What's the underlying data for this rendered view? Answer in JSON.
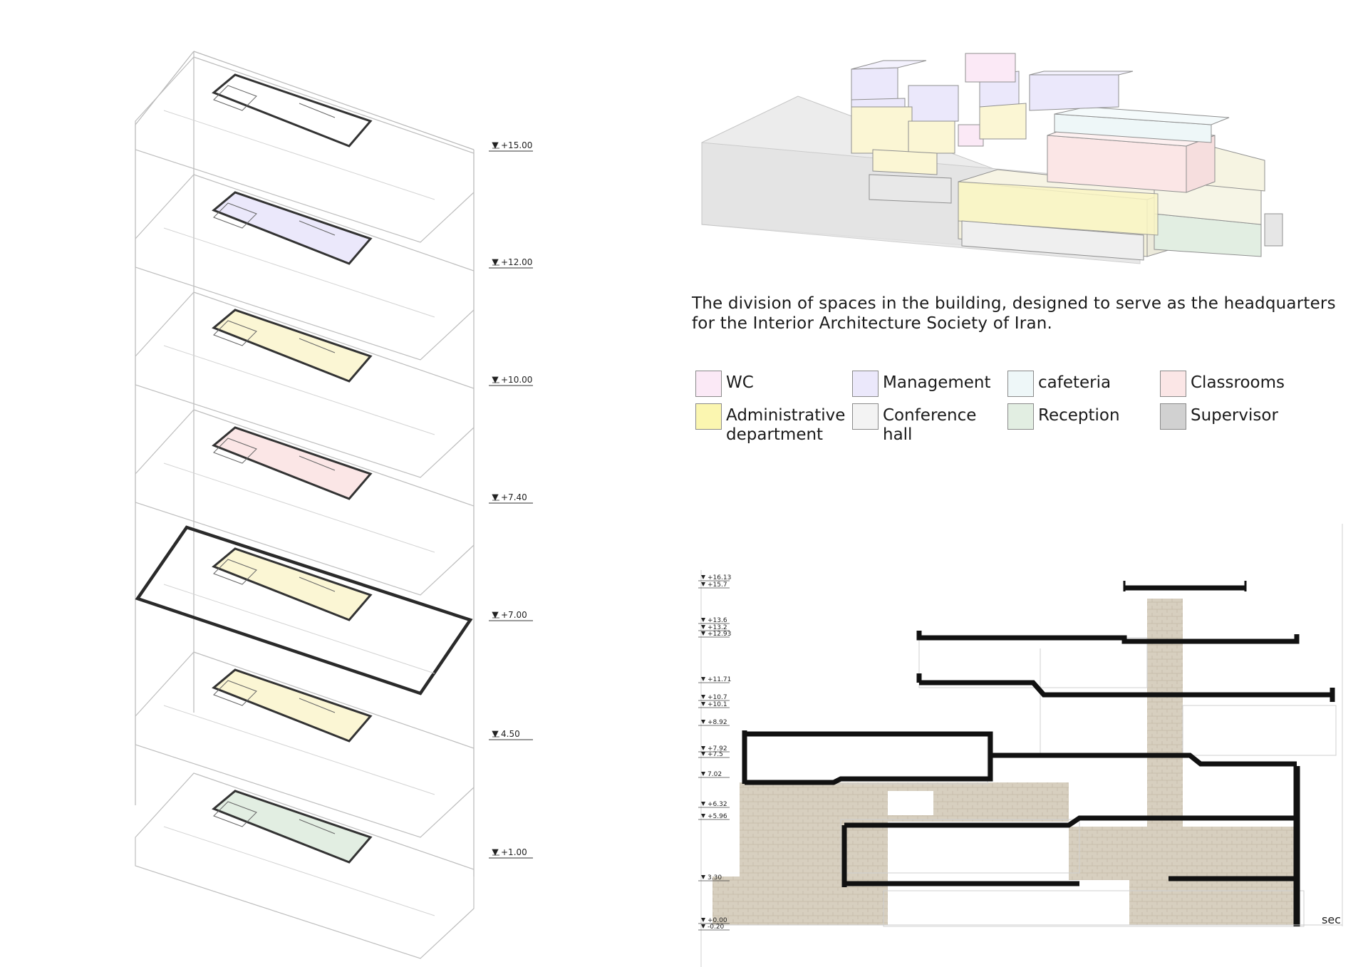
{
  "caption": "The division of spaces in the building, designed to serve as the headquarters for the Interior Architecture Society of Iran.",
  "legend": [
    {
      "label": "WC",
      "color": "#fbe9f6"
    },
    {
      "label": "Management",
      "color": "#ebe8fb"
    },
    {
      "label": "cafeteria",
      "color": "#eef7f8"
    },
    {
      "label": "Classrooms",
      "color": "#fbe6e6"
    },
    {
      "label": "Administrative department",
      "color": "#fbf6b0"
    },
    {
      "label": "Conference hall",
      "color": "#f3f3f3"
    },
    {
      "label": "Reception",
      "color": "#e2eee2"
    },
    {
      "label": "Supervisor",
      "color": "#d1d1d1"
    }
  ],
  "axo_levels": [
    "+15.00",
    "+12.00",
    "+10.00",
    "+7.40",
    "+7.00",
    "4.50",
    "+1.00"
  ],
  "section_levels": [
    "+16.13",
    "+15.7",
    "+13.6",
    "+13.2",
    "+12.93",
    "+11.71",
    "+10.7",
    "+10.1",
    "+8.92",
    "+7.92",
    "+7.5",
    "7.02",
    "+6.32",
    "+5.96",
    "3.30",
    "+0.00",
    "-0.20"
  ],
  "section_label": "sec"
}
